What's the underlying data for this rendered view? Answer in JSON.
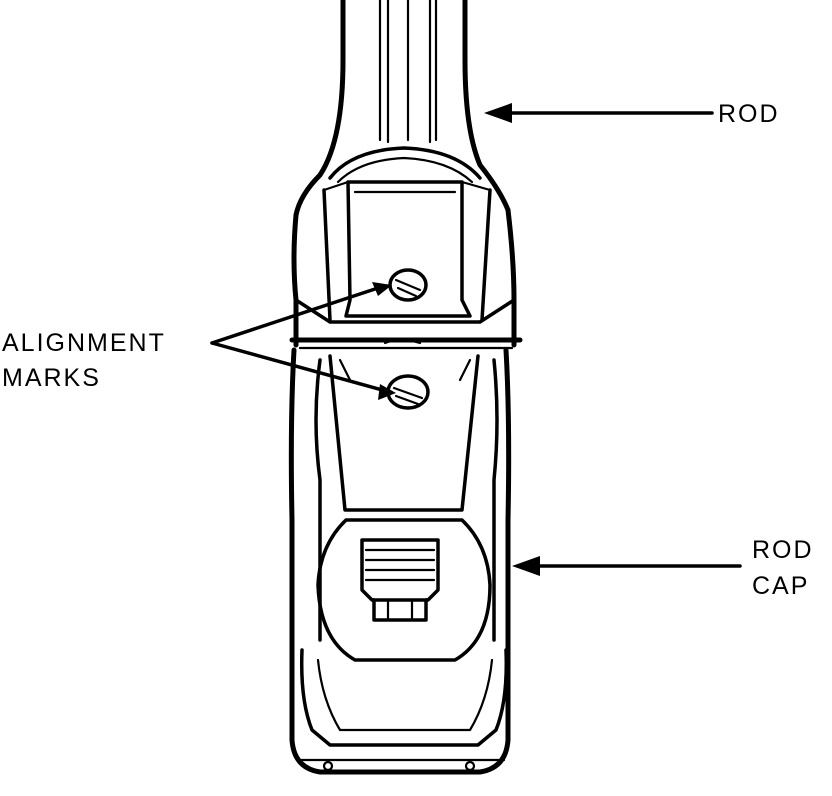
{
  "labels": {
    "rod": "ROD",
    "alignment_line1": "ALIGNMENT",
    "alignment_line2": "MARKS",
    "rod_cap_line1": "ROD",
    "rod_cap_line2": "CAP"
  },
  "colors": {
    "ink": "#000000",
    "paper": "#ffffff"
  }
}
